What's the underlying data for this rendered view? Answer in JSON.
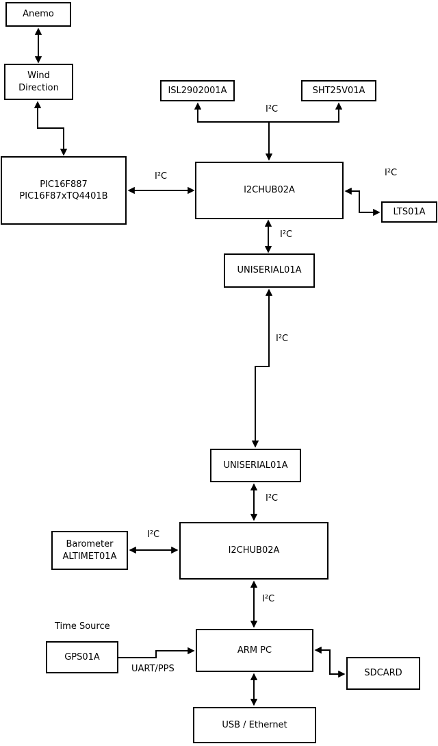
{
  "diagram": {
    "background": "#ffffff",
    "line_color": "#000000",
    "text_color": "#000000",
    "nodes": {
      "anemo": "Anemo",
      "wind_direction": "Wind\nDirection",
      "pic": "PIC16F887\nPIC16F87xTQ4401B",
      "isl": "ISL2902001A",
      "sht": "SHT25V01A",
      "i2c_hub_upper": "I2CHUB02A",
      "lts": "LTS01A",
      "uniserial_upper": "UNISERIAL01A",
      "uniserial_lower": "UNISERIAL01A",
      "i2c_hub_lower": "I2CHUB02A",
      "barometer": "Barometer\nALTIMET01A",
      "gps": "GPS01A",
      "arm_pc": "ARM PC",
      "sdcard": "SDCARD",
      "usb_ethernet": "USB / Ethernet"
    },
    "labels": {
      "bus_isl_sht": "I²C",
      "bus_pic_hub": "I²C",
      "bus_hub_lts": "I²C",
      "bus_hub_uniserial_upper": "I²C",
      "bus_uniserial_link": "I²C",
      "bus_uniserial_hub_lower": "I²C",
      "bus_barometer_hub": "I²C",
      "bus_hub_armpc": "I²C",
      "time_source": "Time Source",
      "uart_pps": "UART/PPS"
    }
  }
}
